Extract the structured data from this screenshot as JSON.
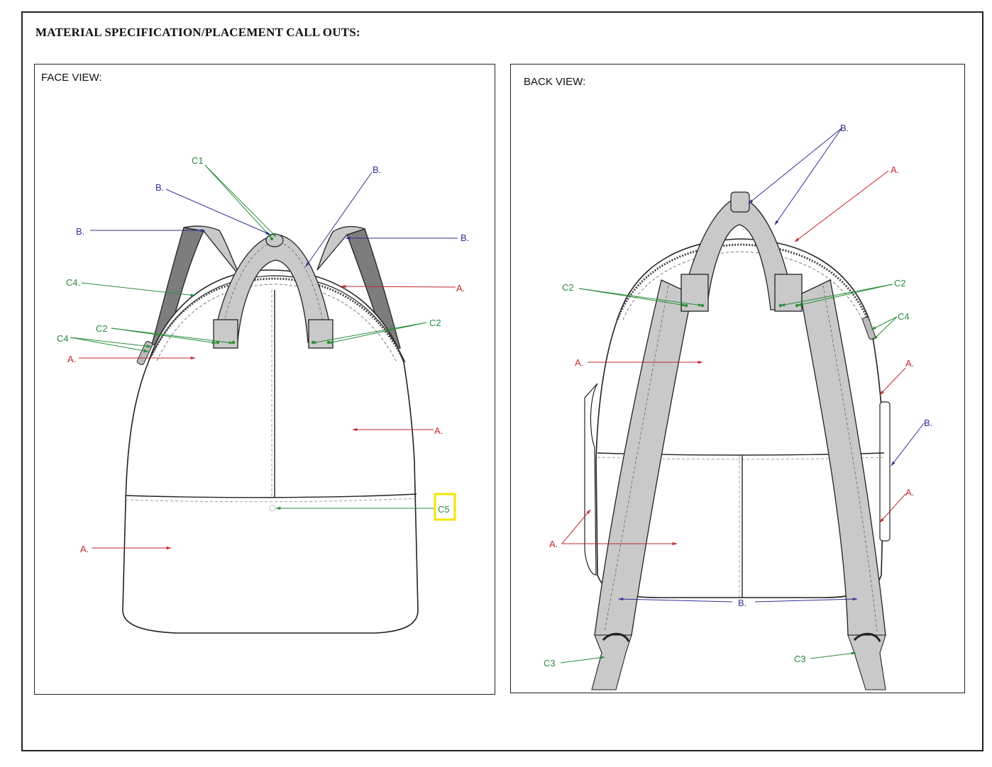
{
  "title": "MATERIAL SPECIFICATION/PLACEMENT CALL OUTS:",
  "face_view": {
    "label": "FACE VIEW:",
    "callouts": {
      "c1": "C1",
      "b_top": "B.",
      "b_top_right": "B.",
      "b_left_strap": "B.",
      "b_right_strap": "B.",
      "c4_upper": "C4.",
      "a_upper_right": "A.",
      "c2_left": "C2",
      "c2_right": "C2",
      "c4_lower": "C4",
      "a_left": "A.",
      "a_right_mid": "A.",
      "c5": "C5",
      "a_bottom": "A."
    }
  },
  "back_view": {
    "label": "BACK VIEW:",
    "callouts": {
      "b_top": "B.",
      "a_top": "A.",
      "c2_left": "C2",
      "c2_right": "C2",
      "c4": "C4",
      "a_mid_left": "A.",
      "a_right_upper": "A.",
      "b_right": "B.",
      "a_right_lower": "A.",
      "a_lower_left": "A.",
      "b_bottom": "B.",
      "c3_left": "C3",
      "c3_right": "C3"
    }
  },
  "colors": {
    "material_a": "#c0272d",
    "material_b": "#2e3192",
    "component_c": "#2a8c3a",
    "highlight": "#f5e400"
  }
}
